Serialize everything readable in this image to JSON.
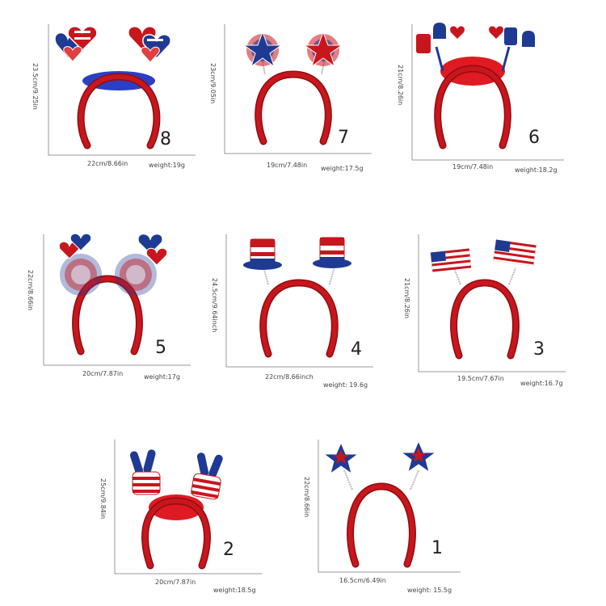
{
  "colors": {
    "band": "#c8161d",
    "band_dark": "#8e0d12",
    "blue": "#1f3a93",
    "white": "#ffffff",
    "star": "#f2f2f2"
  },
  "products": [
    {
      "number": "8",
      "width": "22cm/8.66in",
      "height": "23.5cm/9.25in",
      "weight": "weight:19g",
      "topper": "heart-balloons-icon",
      "fur": "blue"
    },
    {
      "number": "7",
      "width": "19cm/7.48in",
      "height": "23cm/9.05in",
      "weight": "weight:17.5g",
      "topper": "star-tinsel-icon",
      "fur": "none"
    },
    {
      "number": "6",
      "width": "19cm/7.48in",
      "height": "21cm/8.26in",
      "weight": "weight:18.2g",
      "topper": "usa-letters-icon",
      "fur": "red"
    },
    {
      "number": "5",
      "width": "20cm/7.87in",
      "height": "22cm/8.66in",
      "weight": "weight:17g",
      "topper": "heart-pompom-icon",
      "fur": "none"
    },
    {
      "number": "4",
      "width": "22cm/8.66inch",
      "height": "24.5cm/9.64inch",
      "weight": "weight: 19.6g",
      "topper": "top-hat-icon",
      "fur": "none"
    },
    {
      "number": "3",
      "width": "19.5cm/7.67in",
      "height": "21cm/8.26in",
      "weight": "weight:16.7g",
      "topper": "flag-icon",
      "fur": "none"
    },
    {
      "number": "2",
      "width": "20cm/7.87in",
      "height": "25cm/9.84in",
      "weight": "weight:18.5g",
      "topper": "peace-hand-icon",
      "fur": "red"
    },
    {
      "number": "1",
      "width": "16.5cm/6.49in",
      "height": "22cm/8.66in",
      "weight": "weight: 15.5g",
      "topper": "star-icon",
      "fur": "none"
    }
  ]
}
